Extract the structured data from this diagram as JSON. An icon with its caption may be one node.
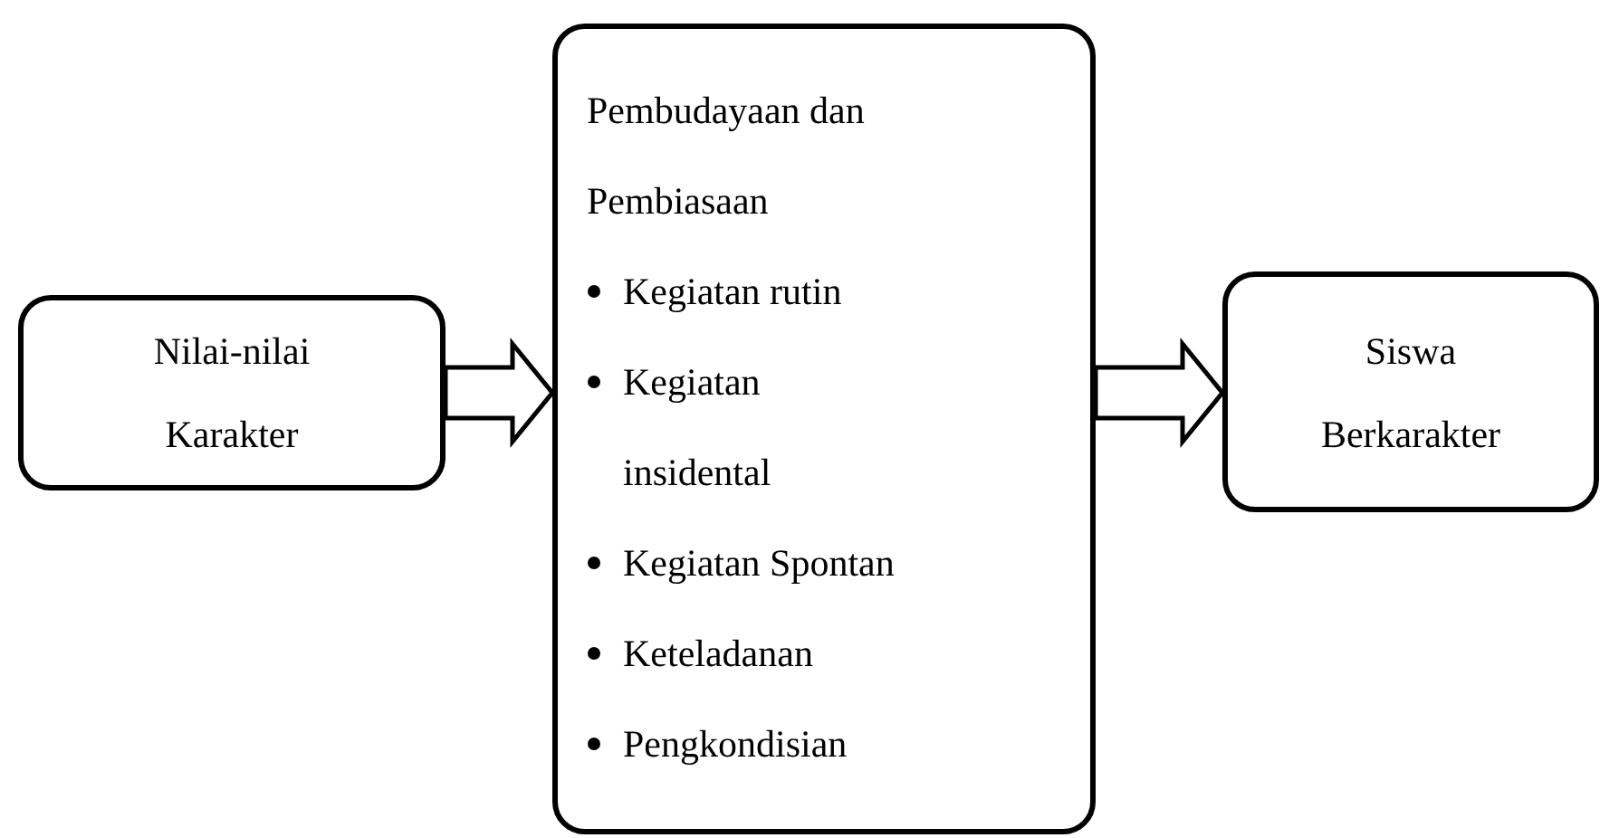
{
  "diagram": {
    "nodes": [
      {
        "text": [
          "Nilai-nilai Karakter"
        ]
      },
      {
        "text": [
          "Pembudayaan dan Pembiasaan",
          "Kegiatan rutin",
          "Kegiatan insidental",
          "Kegiatan Spontan",
          "Keteladanan",
          "Pengkondisian"
        ]
      },
      {
        "text": [
          "Siswa Berkarakter"
        ]
      }
    ],
    "edges": [
      {
        "from": 0,
        "to": 1,
        "arrow": "to"
      },
      {
        "from": 1,
        "to": 2,
        "arrow": "to"
      }
    ]
  }
}
